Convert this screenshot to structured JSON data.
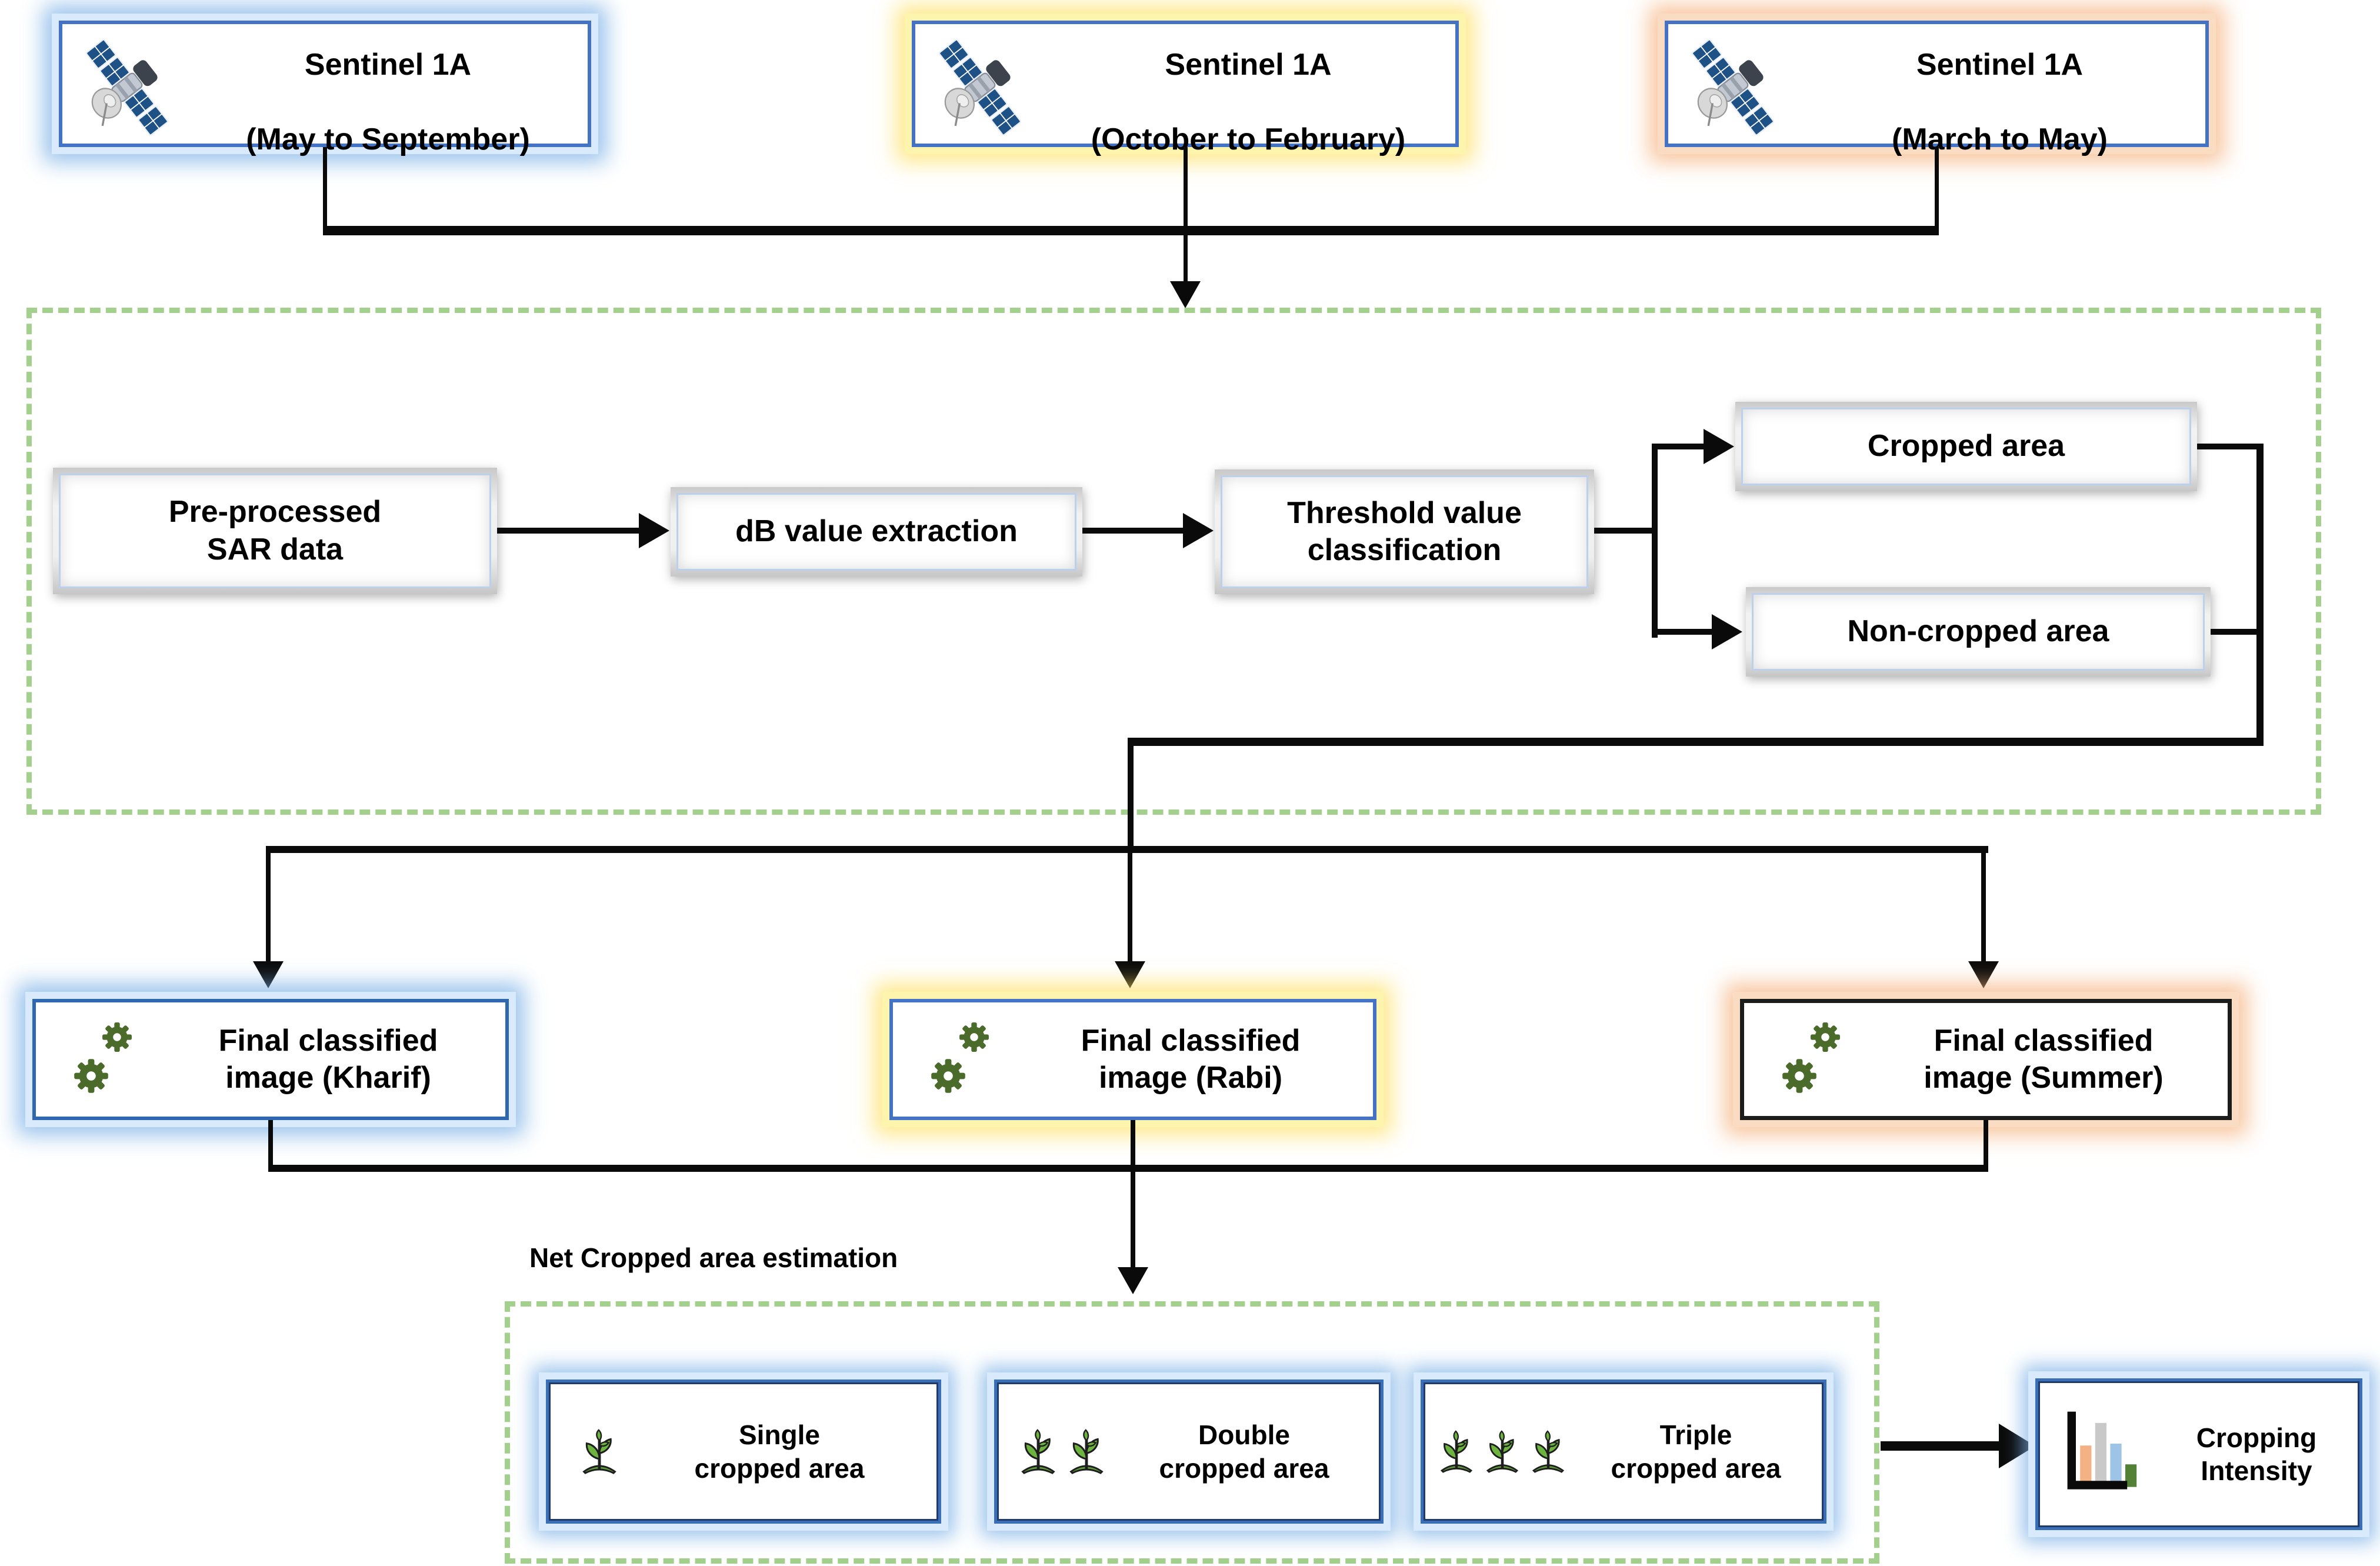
{
  "diagram": {
    "sources": [
      {
        "title": "Sentinel 1A",
        "period": "(May to September)"
      },
      {
        "title": "Sentinel 1A",
        "period": "(October to February)"
      },
      {
        "title": "Sentinel 1A",
        "period": "(March to May)"
      }
    ],
    "processing": {
      "preprocessed": "Pre-processed\nSAR data",
      "db_extraction": "dB value extraction",
      "threshold": "Threshold value\nclassification",
      "cropped": "Cropped area",
      "non_cropped": "Non-cropped area"
    },
    "classified": [
      {
        "label": "Final classified\nimage (Kharif)",
        "season": "Kharif"
      },
      {
        "label": "Final classified\nimage (Rabi)",
        "season": "Rabi"
      },
      {
        "label": "Final classified\nimage (Summer)",
        "season": "Summer"
      }
    ],
    "net_cropped": {
      "label": "Net Cropped area estimation",
      "items": [
        {
          "label": "Single\ncropped area",
          "plants": 1
        },
        {
          "label": "Double\ncropped area",
          "plants": 2
        },
        {
          "label": "Triple\ncropped area",
          "plants": 3
        }
      ]
    },
    "output": {
      "label": "Cropping\nIntensity"
    }
  },
  "colors": {
    "dashed_border": "#A3D08C",
    "blue_border": "#4472C4",
    "blue_glow": "#BDD7EE",
    "yellow_glow": "#FFE699",
    "orange_glow": "#F8CBAD",
    "gear_green": "#4A6B2A",
    "plant_green": "#6CB33F",
    "bar_orange": "#F4B183",
    "bar_gray": "#C9C9C9",
    "bar_blue": "#9DC3E6",
    "bar_green": "#538135",
    "line_black": "#0A0A0A"
  }
}
